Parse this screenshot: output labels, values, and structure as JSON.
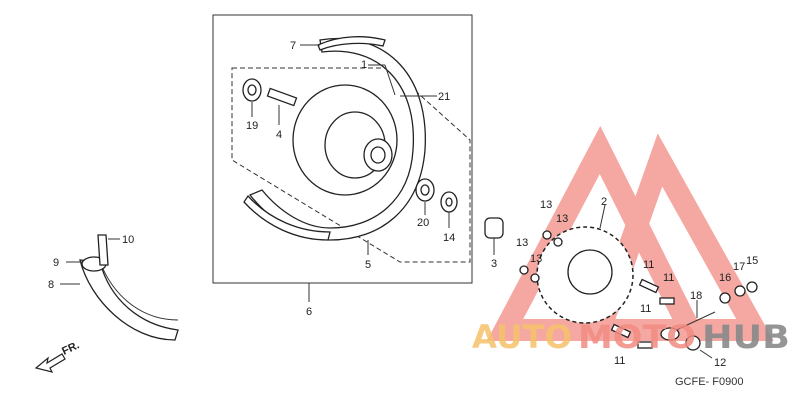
{
  "diagram_code": "GCFE- F0900",
  "direction_label": "FR.",
  "watermark": {
    "text_part1": "AUTO",
    "text_part2": "MOTO",
    "text_part3": "HUB",
    "color_yellow": "#f5c26b",
    "color_red": "#f28b82",
    "color_gray": "#8a8a8a"
  },
  "callouts": {
    "p1": "1",
    "p2": "2",
    "p3": "3",
    "p4": "4",
    "p5": "5",
    "p6": "6",
    "p7": "7",
    "p8": "8",
    "p9": "9",
    "p10": "10",
    "p11a": "11",
    "p11b": "11",
    "p11c": "11",
    "p11d": "11",
    "p12": "12",
    "p13a": "13",
    "p13b": "13",
    "p13c": "13",
    "p13d": "13",
    "p14": "14",
    "p15": "15",
    "p16": "16",
    "p17": "17",
    "p18": "18",
    "p19": "19",
    "p20": "20",
    "p21": "21"
  }
}
